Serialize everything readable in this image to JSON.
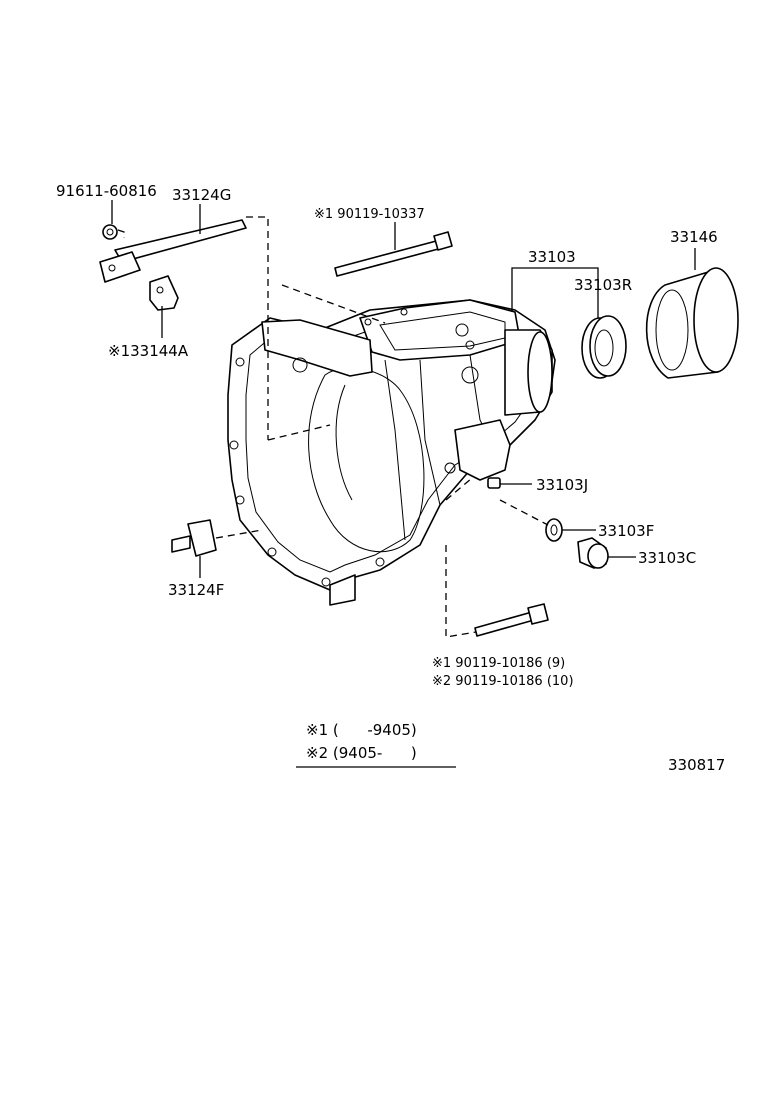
{
  "labels": {
    "p91611": "91611-60816",
    "p33124G": "33124G",
    "p90119_10337": "※1 90119-10337",
    "p133144A": "※133144A",
    "p33103": "33103",
    "p33103R": "33103R",
    "p33146": "33146",
    "p33103J": "33103J",
    "p33103F": "33103F",
    "p33103C": "33103C",
    "p33124F": "33124F",
    "p90119_10186_9": "※1 90119-10186 (9)",
    "p90119_10186_10": "※2 90119-10186 (10)"
  },
  "legend": {
    "line1": "※1 (      -9405)",
    "line2": "※2 (9405-      )"
  },
  "figure_number": "330817"
}
